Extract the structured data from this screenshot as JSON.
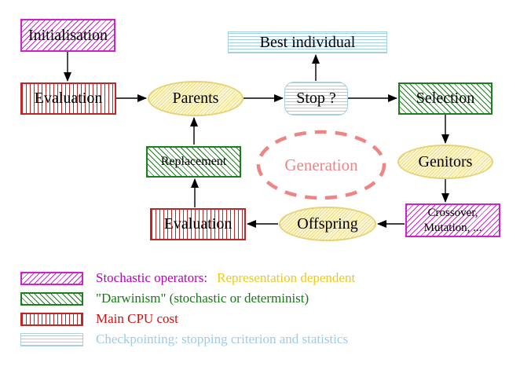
{
  "nodes": {
    "initialisation": {
      "label": "Initialisation"
    },
    "evaluation_top": {
      "label": "Evaluation"
    },
    "parents": {
      "label": "Parents"
    },
    "best_individual": {
      "label": "Best individual"
    },
    "stop": {
      "label": "Stop ?"
    },
    "selection": {
      "label": "Selection"
    },
    "replacement": {
      "label": "Replacement"
    },
    "generation": {
      "label": "Generation"
    },
    "genitors": {
      "label": "Genitors"
    },
    "evaluation_bottom": {
      "label": "Evaluation"
    },
    "offspring": {
      "label": "Offspring"
    },
    "crossover": {
      "line1": "Crossover,",
      "line2": "Mutation, ..."
    }
  },
  "legend": {
    "items": [
      {
        "swatch": "magenta-hatch",
        "label": "Stochastic operators:",
        "label2": "Representation dependent"
      },
      {
        "swatch": "green-hatch",
        "label": "\"Darwinism\" (stochastic or determinist)"
      },
      {
        "swatch": "red-stripes",
        "label": "Main CPU cost"
      },
      {
        "swatch": "cyan-stripes",
        "label": "Checkpointing: stopping criterion and statistics"
      }
    ]
  },
  "colors": {
    "magenta": "#cc22cc",
    "magenta-text": "#bb00bb",
    "gold-text": "#eecb18",
    "green": "#1e7d1e",
    "green-text": "#157a15",
    "red": "#bf2626",
    "red-text": "#cc1111",
    "cyan": "#a5cfe2",
    "cyan-text": "#9ecbe8",
    "yellow-border": "#e5d477",
    "yellow-line": "#eeda7e",
    "yellow-fill": "#fdf9d8",
    "salmon": "#ee8585",
    "arrow": "#000000"
  }
}
